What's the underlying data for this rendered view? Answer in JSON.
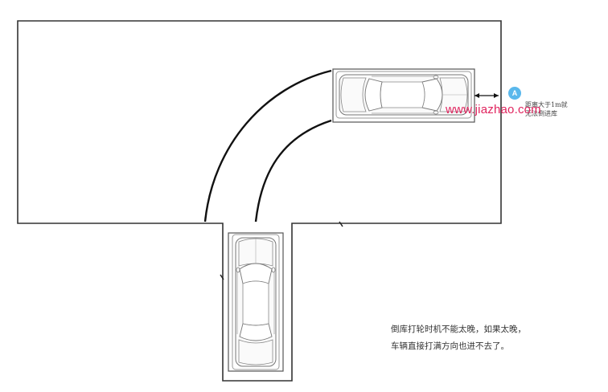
{
  "annotation": {
    "badge": "A",
    "badge_color": "#5ab8ec",
    "distance_note_line1": "距离大于1m就",
    "distance_note_line2": "无法倒进库"
  },
  "watermark": {
    "text": "www.jiazhao.com",
    "color": "#e0245e"
  },
  "caption": {
    "line1": "倒库打轮时机不能太晚，如果太晚，",
    "line2": "车辆直接打满方向也进不去了。"
  },
  "colors": {
    "outline": "#333333",
    "path": "#111111",
    "car_stroke": "#8a8a8a"
  }
}
